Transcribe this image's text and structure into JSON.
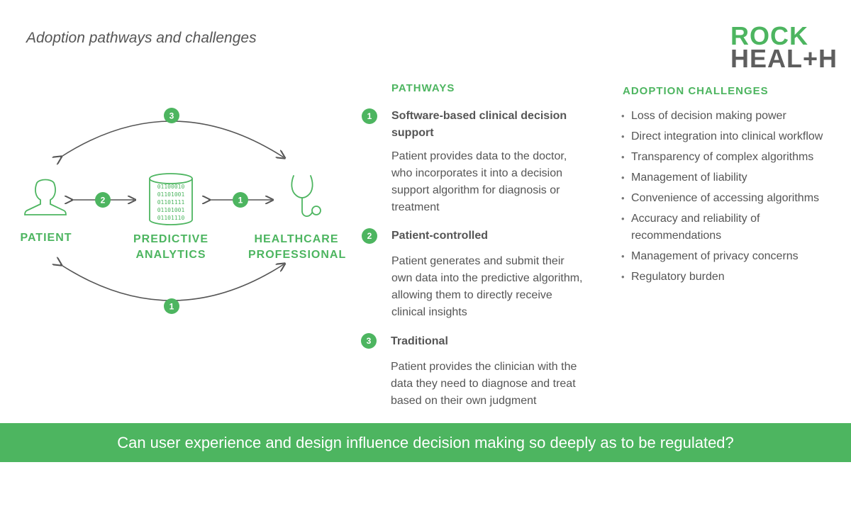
{
  "title": "Adoption pathways and challenges",
  "logo": {
    "line1": "ROCK",
    "line2": "HEAL+H"
  },
  "diagram": {
    "nodes": {
      "patient": "PATIENT",
      "analytics_1": "PREDICTIVE",
      "analytics_2": "ANALYTICS",
      "professional_1": "HEALTHCARE",
      "professional_2": "PROFESSIONAL"
    },
    "badges": {
      "top": "3",
      "bottom": "1",
      "left": "2",
      "right": "1"
    },
    "binary_lines": [
      "01100010",
      "01101001",
      "01101111",
      "01101001",
      "01101110"
    ]
  },
  "pathways": {
    "heading": "PATHWAYS",
    "items": [
      {
        "num": "1",
        "title": "Software-based clinical decision support",
        "desc": "Patient provides data to the doctor, who incorporates it into a decision support algorithm for diagnosis or treatment"
      },
      {
        "num": "2",
        "title": "Patient-controlled",
        "desc": "Patient generates and submit their own data into the predictive algorithm, allowing them to directly receive clinical insights"
      },
      {
        "num": "3",
        "title": "Traditional",
        "desc": "Patient provides the clinician with the data they need to diagnose and treat based on their own judgment"
      }
    ]
  },
  "challenges": {
    "heading": "ADOPTION CHALLENGES",
    "items": [
      "Loss of decision making power",
      "Direct integration into clinical workflow",
      "Transparency of complex algorithms",
      "Management of liability",
      "Convenience of accessing algorithms",
      "Accuracy and reliability of recommendations",
      "Management of privacy concerns",
      "Regulatory burden"
    ]
  },
  "banner": "Can user experience and design influence decision making so deeply as to be regulated?",
  "colors": {
    "accent": "#4db560",
    "text": "#555555",
    "banner_text": "#ffffff"
  }
}
